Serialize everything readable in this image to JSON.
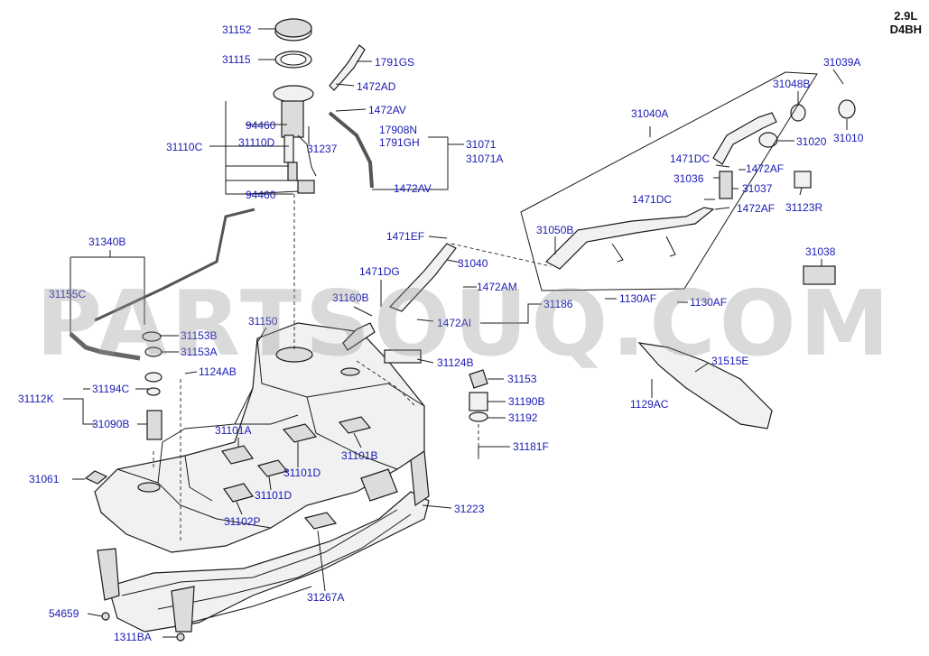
{
  "engine": {
    "line1": "2.9L",
    "line2": "D4BH"
  },
  "watermark": "PARTSOUQ.COM",
  "labels": [
    "31152",
    "31115",
    "1791GS",
    "1472AD",
    "1472AV",
    "94460",
    "17908N",
    "1791GH",
    "31071",
    "31071A",
    "31110C",
    "31110D",
    "31237",
    "1472AV",
    "94460",
    "31039A",
    "31048B",
    "31010",
    "31040A",
    "31020",
    "1471DC",
    "1472AF",
    "31036",
    "31037",
    "1471DC",
    "1472AF",
    "31123R",
    "31050B",
    "1471EF",
    "31040",
    "31340B",
    "1471DG",
    "1472AM",
    "31155C",
    "31160B",
    "31186",
    "1472AI",
    "1130AF",
    "1130AF",
    "31038",
    "31150",
    "31153B",
    "31153A",
    "31124B",
    "1124AB",
    "31153",
    "31515E",
    "31112K",
    "31194C",
    "31190B",
    "1129AC",
    "31090B",
    "31192",
    "31101A",
    "31181F",
    "31101B",
    "31101D",
    "31061",
    "31101D",
    "31223",
    "31102P",
    "31267A",
    "54659",
    "1311BA"
  ]
}
